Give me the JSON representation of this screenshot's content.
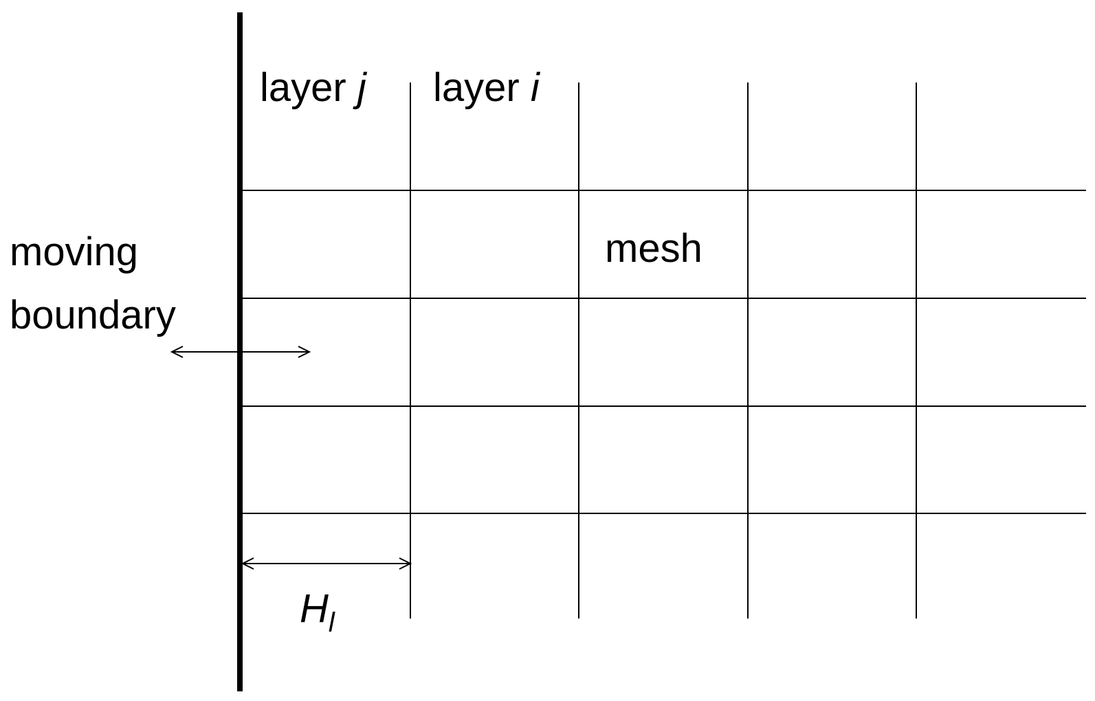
{
  "labels": {
    "layer_j_word": "layer",
    "layer_j_var": "j",
    "layer_i_word": "layer",
    "layer_i_var": "i",
    "mesh": "mesh",
    "moving_line1": "moving",
    "moving_line2": "boundary",
    "h_main": "H",
    "h_sub": "l"
  },
  "colors": {
    "line": "#000000",
    "background": "#ffffff"
  }
}
